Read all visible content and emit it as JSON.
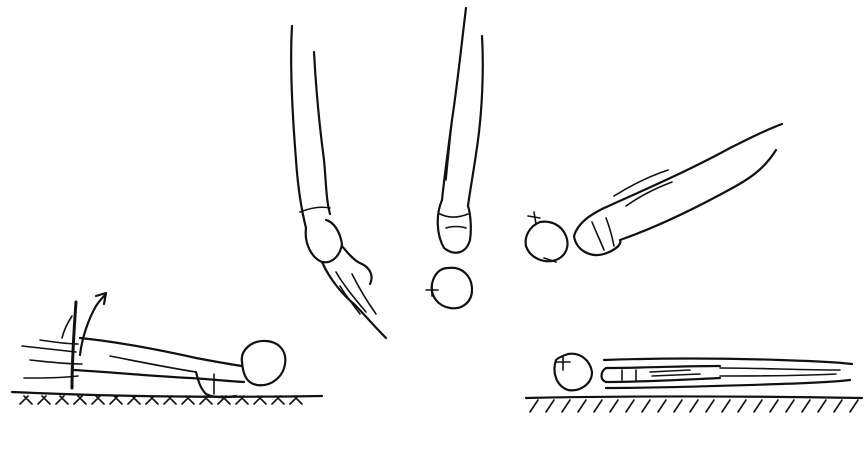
{
  "illustration": {
    "panels": [
      {
        "id": "lying-face-down-arm-raise"
      },
      {
        "id": "arm-lowered-hand-fingers"
      },
      {
        "id": "arm-hanging-straight-down"
      },
      {
        "id": "arm-extended-diagonal"
      },
      {
        "id": "lying-face-up-on-floor"
      }
    ],
    "colors": {
      "ink": "#111111",
      "background": "#ffffff"
    }
  }
}
